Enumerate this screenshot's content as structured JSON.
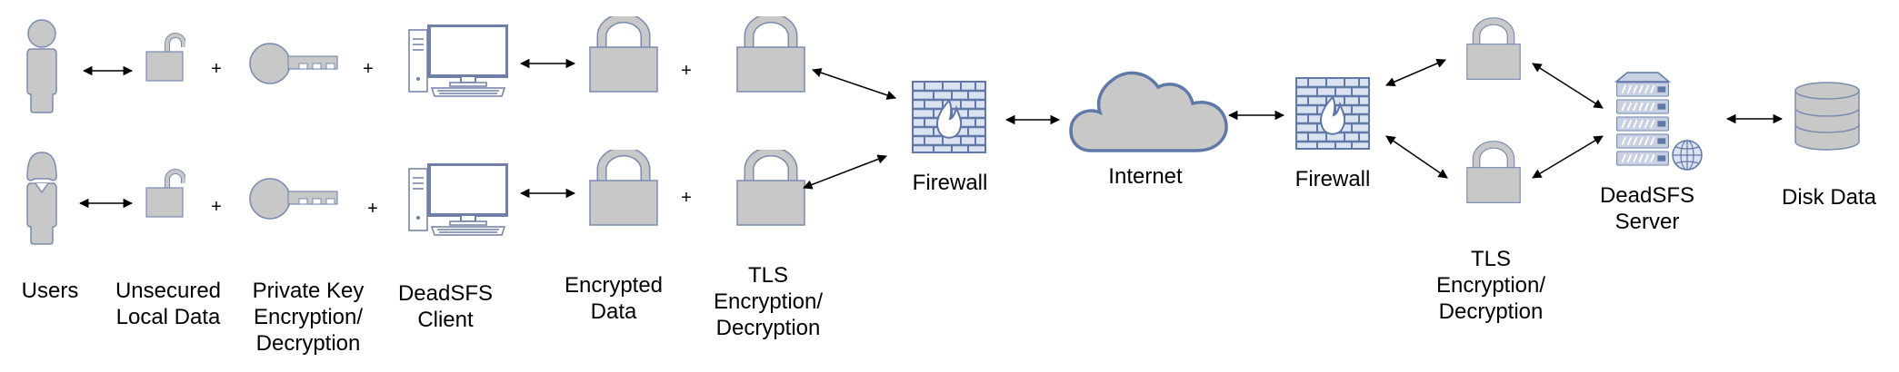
{
  "labels": {
    "users": "Users",
    "unsecured_l1": "Unsecured",
    "unsecured_l2": "Local Data",
    "pk_l1": "Private Key",
    "pk_l2": "Encryption/",
    "pk_l3": "Decryption",
    "client_l1": "DeadSFS",
    "client_l2": "Client",
    "encrypted_l1": "Encrypted",
    "encrypted_l2": "Data",
    "tls_left_l1": "TLS",
    "tls_left_l2": "Encryption/",
    "tls_left_l3": "Decryption",
    "firewall_left": "Firewall",
    "internet": "Internet",
    "firewall_right": "Firewall",
    "tls_right_l1": "TLS",
    "tls_right_l2": "Encryption/",
    "tls_right_l3": "Decryption",
    "server_l1": "DeadSFS",
    "server_l2": "Server",
    "disk": "Disk Data"
  },
  "operator": "+",
  "colors": {
    "icon_fill": "#c8c8c8",
    "icon_stroke": "#7a8bb0",
    "firewall_fill": "#dbe3f1",
    "firewall_stroke": "#5f78a8",
    "arrow": "#000000"
  },
  "icons": [
    "user-male-icon",
    "user-female-icon",
    "unlocked-padlock-icon",
    "key-icon",
    "desktop-computer-icon",
    "locked-padlock-icon",
    "firewall-icon",
    "cloud-icon",
    "server-icon",
    "database-icon"
  ]
}
